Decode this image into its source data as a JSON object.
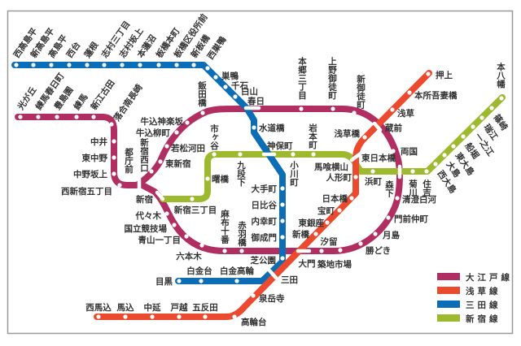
{
  "lines": {
    "oedo": {
      "name": "大江戸線",
      "color": "#b02e62",
      "stations": [
        "光が丘",
        "練馬春日町",
        "豊島園",
        "練馬",
        "新江古田",
        "落合南長崎",
        "中井",
        "東中野",
        "中野坂上",
        "西新宿五丁目",
        "都庁前",
        "新宿西口",
        "東新宿",
        "若松河田",
        "牛込柳町",
        "牛込神楽坂",
        "飯田橋",
        "本郷三丁目",
        "上野御徒町",
        "新御徒町",
        "両国",
        "森下",
        "清澄白河",
        "門前仲町",
        "月島",
        "勝どき",
        "築地市場",
        "汐留",
        "赤羽橋",
        "麻布十番",
        "六本木",
        "青山一丁目",
        "国立競技場",
        "代々木",
        "新宿"
      ]
    },
    "asakusa": {
      "name": "浅草線",
      "color": "#ec4a2f",
      "stations": [
        "押上",
        "本所吾妻橋",
        "浅草",
        "蔵前",
        "浅草橋",
        "東日本橋",
        "人形町",
        "日本橋",
        "宝町",
        "東銀座",
        "新橋",
        "大門",
        "三田",
        "泉岳寺",
        "高輪台",
        "五反田",
        "戸越",
        "中延",
        "馬込",
        "西馬込"
      ]
    },
    "mita": {
      "name": "三田線",
      "color": "#0b6db6",
      "stations": [
        "西高島平",
        "新高島平",
        "高島平",
        "西台",
        "蓮根",
        "志村三丁目",
        "志村坂上",
        "本蓮沼",
        "板橋本町",
        "板橋区役所前",
        "新板橋",
        "西巣鴨",
        "巣鴨",
        "千石",
        "白山",
        "春日",
        "水道橋",
        "神保町",
        "大手町",
        "日比谷",
        "内幸町",
        "御成門",
        "芝公園",
        "白金高輪",
        "白金台",
        "目黒"
      ]
    },
    "shinjuku": {
      "name": "新宿線",
      "color": "#9db92d",
      "stations": [
        "新宿三丁目",
        "曙橋",
        "市ヶ谷",
        "九段下",
        "小川町",
        "岩本町",
        "馬喰横山",
        "浜町",
        "菊川",
        "住吉",
        "西大島",
        "大島",
        "東大島",
        "船堀",
        "一之江",
        "瑞江",
        "篠崎",
        "本八幡"
      ]
    }
  },
  "legend": {
    "items": [
      {
        "label": "大江戸線",
        "line": "oedo"
      },
      {
        "label": "浅草線",
        "line": "asakusa"
      },
      {
        "label": "三田線",
        "line": "mita"
      },
      {
        "label": "新宿線",
        "line": "shinjuku"
      }
    ]
  }
}
